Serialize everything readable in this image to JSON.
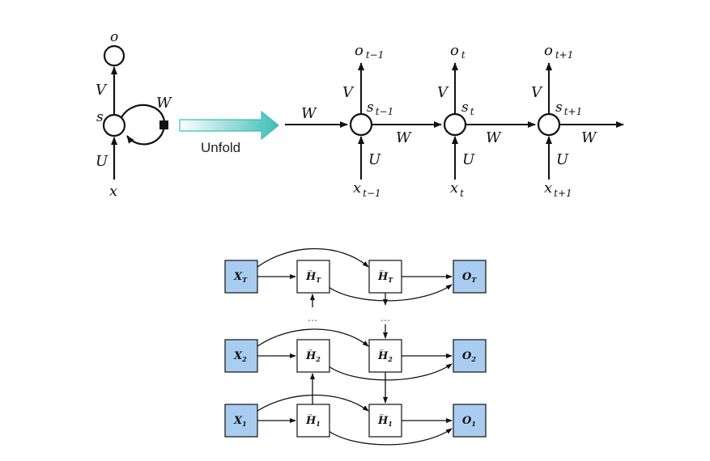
{
  "folded_rnn": {
    "output": "o",
    "state": "s",
    "input": "x",
    "weight_in": "U",
    "weight_out": "V",
    "weight_recurrent": "W"
  },
  "unfold_arrow": {
    "label": "Unfold",
    "color": "#2ab7b0"
  },
  "unfolded_rnn": {
    "incoming_weight": "W",
    "steps": [
      {
        "output": "o",
        "output_sub": "t−1",
        "state": "s",
        "state_sub": "t−1",
        "input": "x",
        "input_sub": "t−1",
        "weight_in": "U",
        "weight_out": "V",
        "weight_next": "W"
      },
      {
        "output": "o",
        "output_sub": "t",
        "state": "s",
        "state_sub": "t",
        "input": "x",
        "input_sub": "t",
        "weight_in": "U",
        "weight_out": "V",
        "weight_next": "W"
      },
      {
        "output": "o",
        "output_sub": "t+1",
        "state": "s",
        "state_sub": "t+1",
        "input": "x",
        "input_sub": "t+1",
        "weight_in": "U",
        "weight_out": "V",
        "weight_next": "W"
      }
    ]
  },
  "bidirectional_rnn": {
    "box_fill_color": "#a9cdf0",
    "ellipsis": "…",
    "rows": [
      {
        "input": "X",
        "input_sub": "T",
        "forward": "H",
        "forward_sub": "T",
        "backward": "H",
        "backward_sub": "T",
        "output": "O",
        "output_sub": "T"
      },
      {
        "input": "X",
        "input_sub": "2",
        "forward": "H",
        "forward_sub": "2",
        "backward": "H",
        "backward_sub": "2",
        "output": "O",
        "output_sub": "2"
      },
      {
        "input": "X",
        "input_sub": "1",
        "forward": "H",
        "forward_sub": "1",
        "backward": "H",
        "backward_sub": "1",
        "output": "O",
        "output_sub": "1"
      }
    ]
  }
}
